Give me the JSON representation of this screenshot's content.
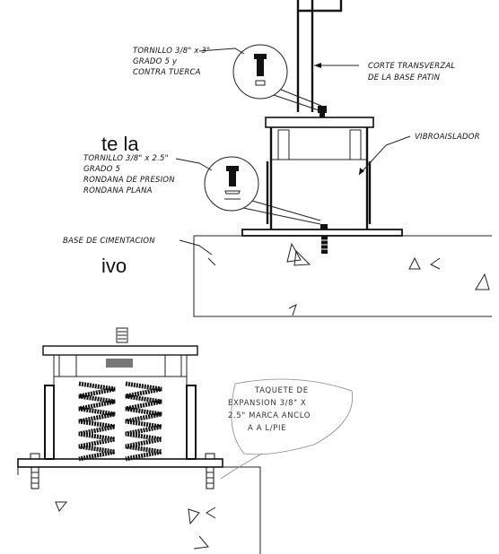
{
  "fragments": {
    "top": "te la",
    "bottom": "ivo"
  },
  "labels": {
    "bolt_top": [
      "TORNILLO 3/8\" x 3\"",
      "GRADO 5  y",
      "CONTRA TUERCA"
    ],
    "cross_section": [
      "CORTE TRANSVERZAL",
      "DE LA BASE PATIN"
    ],
    "isolator": "VIBROAISLADOR",
    "bolt_mid": [
      "TORNILLO 3/8\" x 2.5\"",
      "GRADO 5",
      "RONDANA DE PRESION",
      "RONDANA PLANA"
    ],
    "foundation": "BASE DE CIMENTACION",
    "anchor": [
      "TAQUETE DE",
      "EXPANSION 3/8\" X",
      "2.5\" MARCA ANCLO",
      "A A L/PIE"
    ]
  },
  "colors": {
    "ink": "#111111",
    "paper": "#ffffff"
  }
}
